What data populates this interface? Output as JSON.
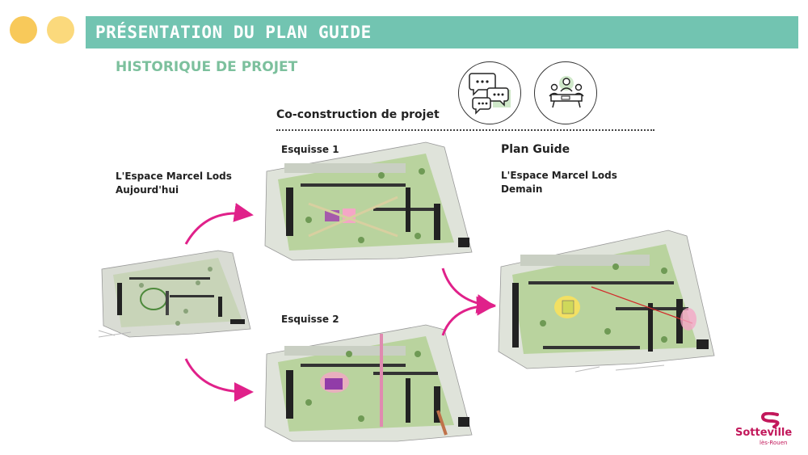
{
  "header": {
    "title": "PRÉSENTATION DU PLAN GUIDE",
    "dot_colors": [
      "#f8c95a",
      "#fbd97c"
    ],
    "banner_color": "#72c4b1"
  },
  "section": {
    "subtitle": "HISTORIQUE DE PROJET",
    "coconstruction": "Co-construction de projet"
  },
  "icons": [
    "speech-bubbles-icon",
    "meeting-table-icon"
  ],
  "left": {
    "line1": "L'Espace Marcel Lods",
    "line2": "Aujourd'hui"
  },
  "sketches": {
    "sketch1": "Esquisse 1",
    "sketch2": "Esquisse 2"
  },
  "plan": {
    "title": "Plan Guide",
    "line1": "L'Espace Marcel Lods",
    "line2": "Demain"
  },
  "logo": {
    "name": "Sotteville",
    "sub": "lès-Rouen",
    "color": "#c2185b"
  },
  "colors": {
    "arrow": "#e0218a",
    "subtitle": "#7cc09d"
  }
}
